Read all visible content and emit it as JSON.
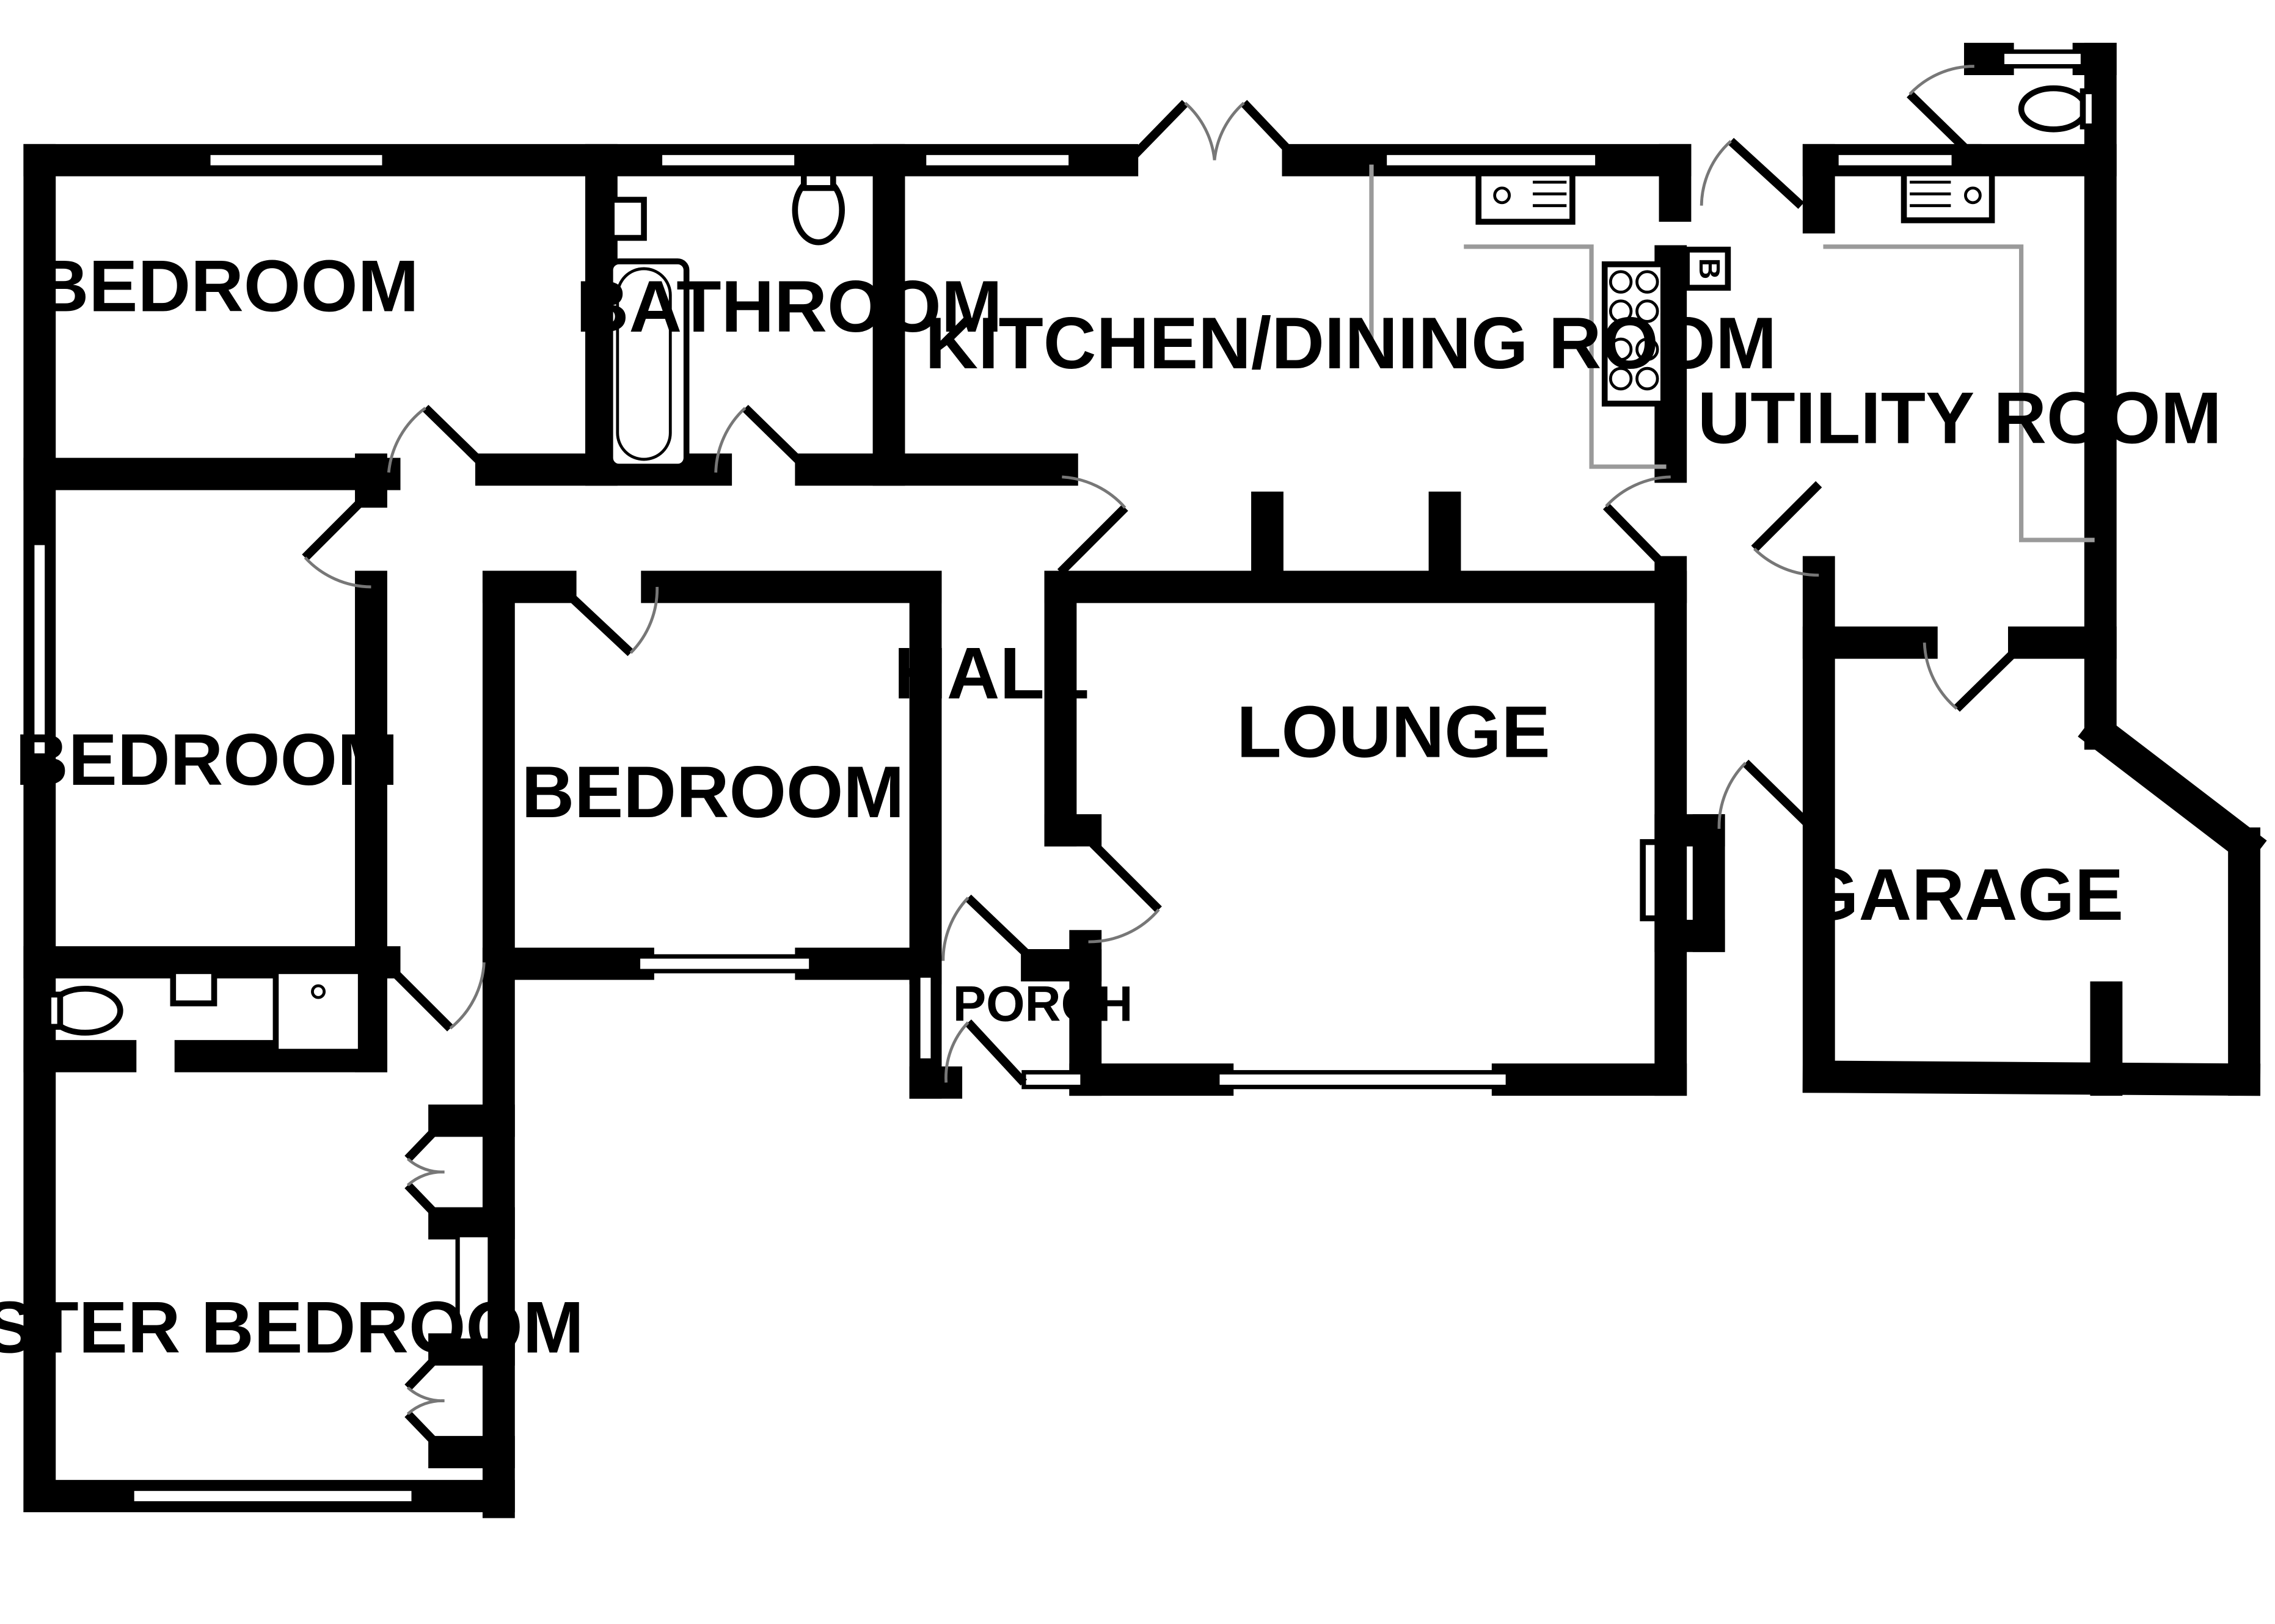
{
  "rooms": {
    "bedroom_top_left": "BEDROOM",
    "bathroom": "BATHROOM",
    "kitchen_dining": "KITCHEN/DINING ROOM",
    "utility_room": "UTILITY ROOM",
    "bedroom_left": "BEDROOM",
    "bedroom_center": "BEDROOM",
    "hall": "HALL",
    "lounge": "LOUNGE",
    "garage": "GARAGE",
    "porch": "PORCH",
    "master_bedroom": "MASTER BEDROOM"
  },
  "boiler_label": "B"
}
